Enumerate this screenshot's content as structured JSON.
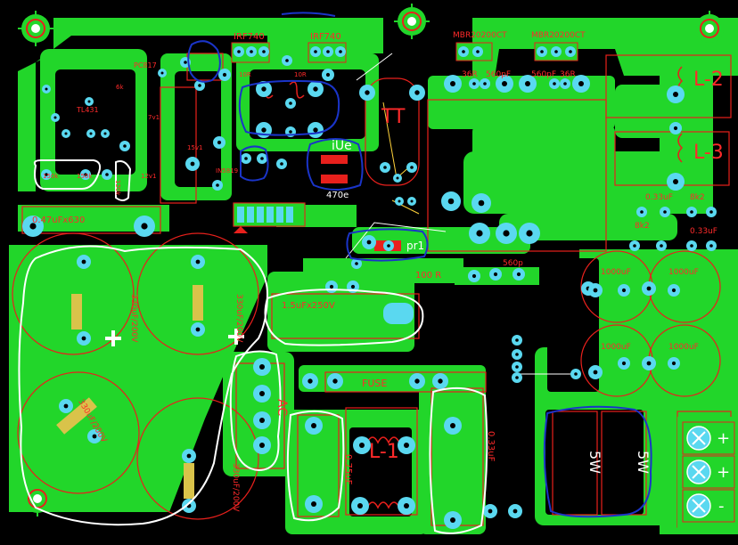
{
  "board": {
    "colors": {
      "copper": "#22d62a",
      "pad": "#5ad8f0",
      "silk": "#e8201c",
      "mark_white": "#ffffff",
      "mark_blue": "#1a34c8",
      "background": "#000000"
    },
    "transistors": [
      "IRF740",
      "IRF740"
    ],
    "rectifiers": [
      "MBR20200CT",
      "MBR20200CT"
    ],
    "inductors": [
      "L-1",
      "L-2",
      "L-3"
    ],
    "transformer": "TT",
    "markers": [
      "iUe",
      "pr1",
      "AC",
      "FUSE",
      "5W",
      "5W"
    ],
    "components": {
      "snubbers": [
        "36R",
        "560pF",
        "560pF",
        "36R"
      ],
      "input_caps": [
        "330uF/200V",
        "330uF/200V",
        "330uF/200V",
        "330uF/200V"
      ],
      "film_cap_main": "0.47uFx630",
      "film_cap_2": "1.5uFx250V",
      "resistor_100r": "100 R",
      "cap_560p": "560p",
      "cap_470": "470e",
      "output_caps": [
        "1000uF",
        "1000uF",
        "1000uF",
        "1000uF"
      ],
      "small_caps": [
        "0.33uF",
        "0.33uF",
        "8k2",
        "8k2"
      ],
      "line_caps": [
        "0.33uF",
        "0.75uF"
      ],
      "small_parts": [
        "IN5819",
        "PC817",
        "TL431",
        "120k",
        "150k",
        "150k",
        "10R",
        "10R",
        "15v1",
        "7v1",
        "12v1",
        "6k"
      ]
    },
    "terminals": [
      "+",
      "+",
      "-"
    ]
  }
}
